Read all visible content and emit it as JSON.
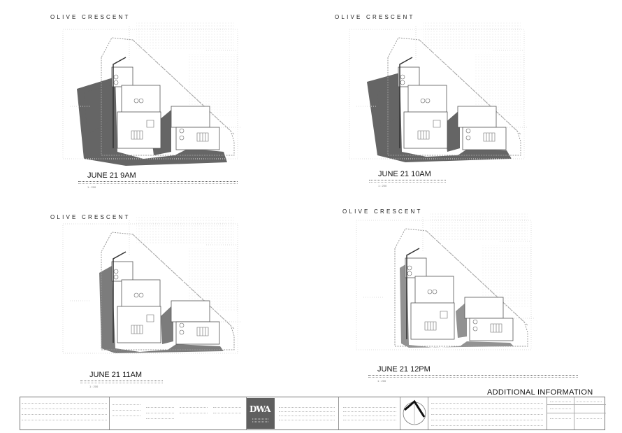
{
  "plans": [
    {
      "street": "OLIVE CRESCENT",
      "caption": "JUNE 21 9AM",
      "scale": "1 : 200"
    },
    {
      "street": "OLIVE CRESCENT",
      "caption": "JUNE 21 10AM",
      "scale": "1 : 200"
    },
    {
      "street": "OLIVE CRESCENT",
      "caption": "JUNE 21 11AM",
      "scale": "1 : 200"
    },
    {
      "street": "OLIVE CRESCENT",
      "caption": "JUNE 21 12PM",
      "scale": "1 : 200"
    }
  ],
  "sheet": {
    "heading": "ADDITIONAL INFORMATION"
  },
  "colors": {
    "shadow": "#555555",
    "outline": "#888888",
    "logo": "#5f5f5f"
  },
  "icons": {
    "north_arrow": "north-arrow-icon",
    "logo": "dwa-logo-icon"
  }
}
